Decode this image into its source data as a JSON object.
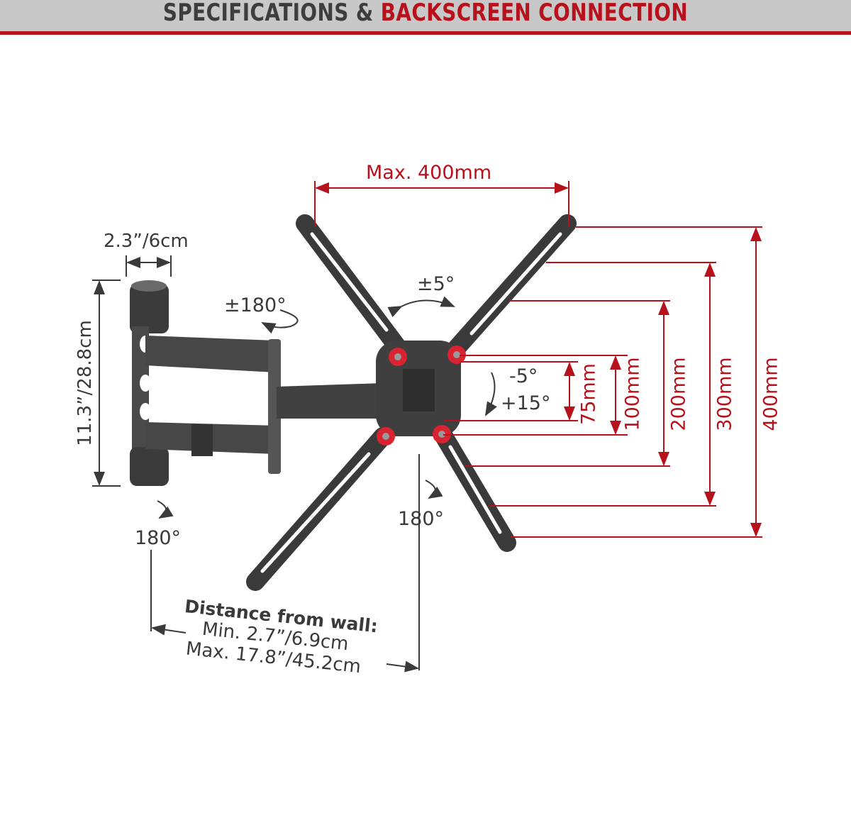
{
  "header": {
    "title_part1": "SPECIFICATIONS & ",
    "title_part2": "BACKSCREEN CONNECTION",
    "colors": {
      "background": "#c8c8c8",
      "accent": "#b7121b",
      "text": "#3d3d3d"
    }
  },
  "dimensions": {
    "max_width": "Max. 400mm",
    "wall_plate_width": "2.3”/6cm",
    "wall_plate_height": "11.3”/28.8cm",
    "vesa_heights": [
      "75mm",
      "100mm",
      "200mm",
      "300mm",
      "400mm"
    ]
  },
  "rotations": {
    "arm_swivel": "±180°",
    "rotation": "±5°",
    "tilt_up": "-5°",
    "tilt_down": "+15°",
    "head_swivel": "180°",
    "wall_swivel": "180°"
  },
  "distance": {
    "title": "Distance from wall:",
    "min": "Min. 2.7”/6.9cm",
    "max": "Max. 17.8”/45.2cm"
  }
}
